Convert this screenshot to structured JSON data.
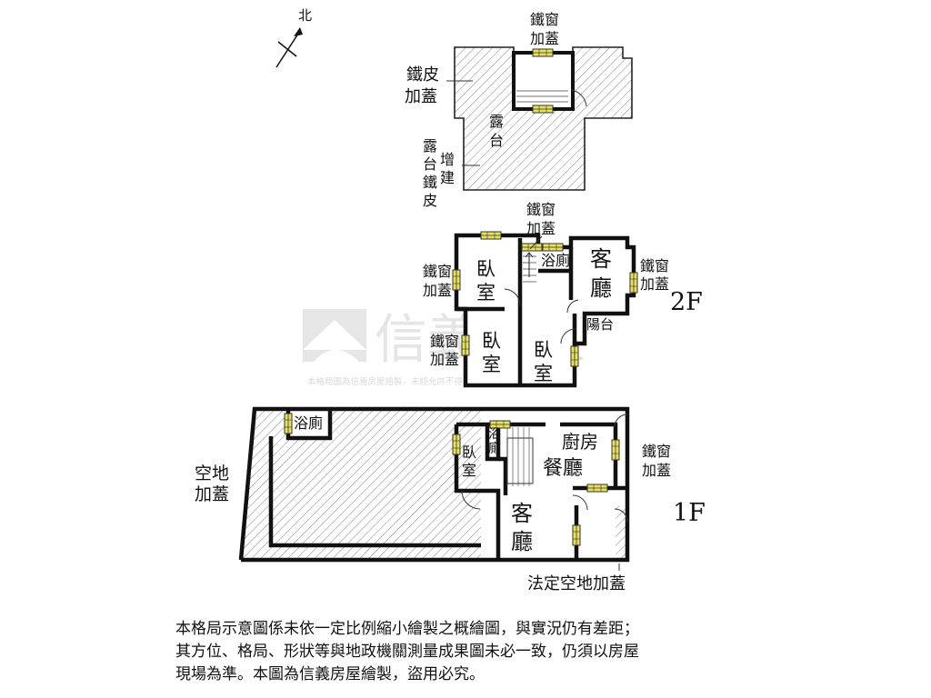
{
  "compass": {
    "label": "北"
  },
  "watermark": {
    "brand": "信義房屋",
    "sub": "本格局圖為信義房屋繪製，未經允許不得使用，違者必究"
  },
  "floors": {
    "second": "2F",
    "first": "1F"
  },
  "roof": {
    "iron_window_cover": [
      "鐵窗",
      "加蓋"
    ],
    "iron_sheet_cover": [
      "鐵皮",
      "加蓋"
    ],
    "terrace": [
      "露",
      "台"
    ],
    "terrace_ext_a": [
      "露",
      "台",
      "鐵",
      "皮"
    ],
    "terrace_ext_b": [
      "增",
      "建"
    ]
  },
  "floor2": {
    "iron_window_top": [
      "鐵窗",
      "加蓋"
    ],
    "iron_window_left": [
      "鐵窗",
      "加蓋"
    ],
    "iron_window_right": [
      "鐵窗",
      "加蓋"
    ],
    "iron_window_lower_left": [
      "鐵窗",
      "加蓋"
    ],
    "bedroom_a": [
      "臥",
      "室"
    ],
    "bedroom_b": [
      "臥",
      "室"
    ],
    "bedroom_c": [
      "臥",
      "室"
    ],
    "bathroom": "浴廁",
    "living": [
      "客",
      "廳"
    ],
    "balcony": "陽台"
  },
  "floor1": {
    "bathroom_left": "浴廁",
    "bathroom_small": [
      "浴",
      "廁"
    ],
    "bedroom": [
      "臥",
      "室"
    ],
    "kitchen": "廚房",
    "dining": "餐廳",
    "living": [
      "客",
      "廳"
    ],
    "open_space_cover": [
      "空地",
      "加蓋"
    ],
    "iron_window_cover": [
      "鐵窗",
      "加蓋"
    ],
    "legal_open_space": "法定空地加蓋"
  },
  "note": {
    "lines": [
      "本格局示意圖係未依一定比例縮小繪製之概繪圖，與實況仍有差距；",
      "其方位、格局、形狀等與地政機關測量成果圖未必一致，仍須以房屋",
      "現場為準。本圖為信義房屋繪製，盜用必究。"
    ]
  },
  "colors": {
    "wall": "#111111",
    "hatch": "#555555",
    "window": "#e8e25a",
    "watermark": "#cfcfcf"
  }
}
